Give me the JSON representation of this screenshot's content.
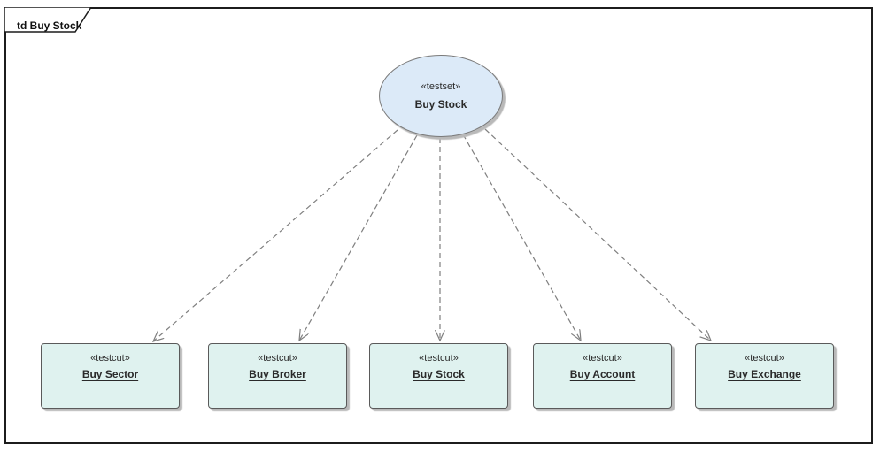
{
  "frame": {
    "title": "td Buy Stock"
  },
  "testset": {
    "stereotype": "«testset»",
    "name": "Buy Stock"
  },
  "testcuts": [
    {
      "stereotype": "«testcut»",
      "name": "Buy Sector"
    },
    {
      "stereotype": "«testcut»",
      "name": "Buy Broker"
    },
    {
      "stereotype": "«testcut»",
      "name": "Buy Stock"
    },
    {
      "stereotype": "«testcut»",
      "name": "Buy Account"
    },
    {
      "stereotype": "«testcut»",
      "name": "Buy Exchange"
    }
  ],
  "connectors": {
    "style": "dashed",
    "arrowhead": "open",
    "count": 5
  },
  "colors": {
    "ellipse_fill": "#dceaf8",
    "ellipse_border": "#7a7a7a",
    "box_fill": "#dff2ef",
    "box_border": "#5a5a5a",
    "connector": "#7f7f7f",
    "frame_border": "#1c1c1c",
    "shadow": "#b9b9b9",
    "text": "#2a2a2a"
  }
}
